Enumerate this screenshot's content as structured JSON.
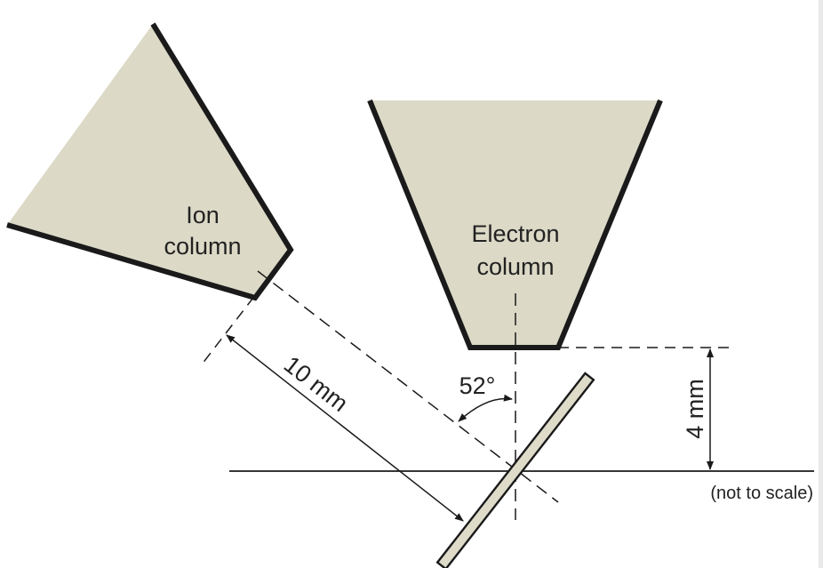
{
  "diagram": {
    "ion_column": {
      "line1": "Ion",
      "line2": "column"
    },
    "electron_column": {
      "line1": "Electron",
      "line2": "column"
    },
    "angle_label": "52°",
    "ion_distance_label": "10 mm",
    "working_distance_label": "4 mm",
    "scale_note": "(not to scale)"
  },
  "colors": {
    "column_fill": "#dcd9c7",
    "stroke": "#1a1a1a",
    "sample_fill": "#dedbc9"
  }
}
